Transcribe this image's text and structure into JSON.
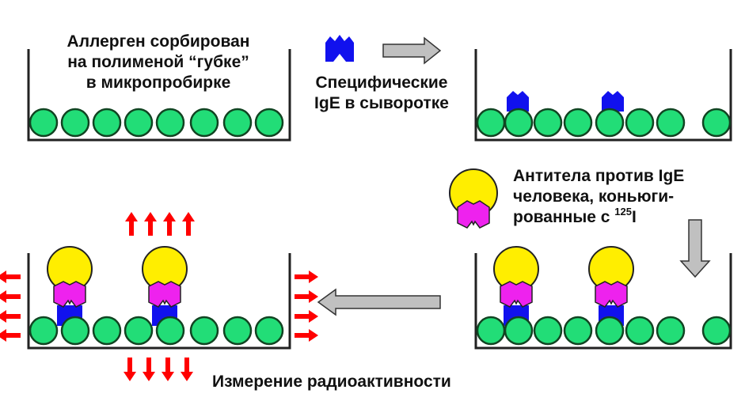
{
  "labels": {
    "step1_line1": "Аллерген сорбирован",
    "step1_line2": "на полименой “губке”",
    "step1_line3": "в микропробирке",
    "step2_line1": "Специфические",
    "step2_line2": "IgE в сыворотке",
    "step3_line1": "Антитела против IgE",
    "step3_line2": "человека, коньюги-",
    "step3_line3_prefix": "рованные с ",
    "step3_isotope_mass": "125",
    "step3_isotope_symbol": "I",
    "step4_caption": "Измерение радиоактивности"
  },
  "colors": {
    "bead_fill": "#22dd77",
    "bead_stroke": "#114422",
    "ige": "#1111ee",
    "antibody_head": "#ffee00",
    "antibody_fc": "#ee22ee",
    "radiation_arrow": "#ff0000",
    "process_arrow": "#c0c0c0"
  },
  "icons": {
    "ige": "ige-antibody-icon",
    "anti_ige": "anti-ige-labeled-antibody-icon",
    "bead": "sorbent-bead-icon"
  }
}
